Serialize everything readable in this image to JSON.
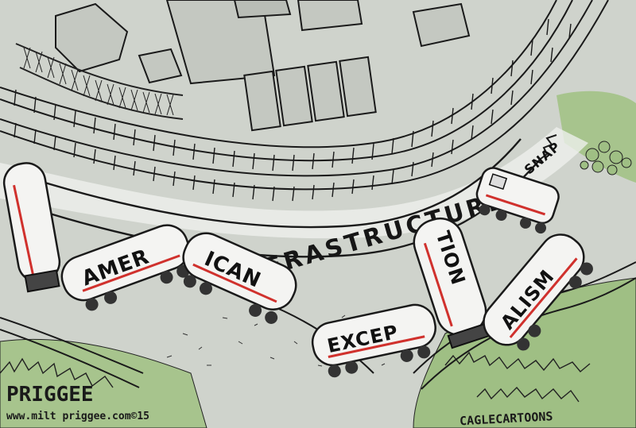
{
  "artwork": {
    "track_label": "INFRASTRUCTURE",
    "sound_effect": "SNAP",
    "cars": [
      {
        "label": "AMER"
      },
      {
        "label": "ICAN"
      },
      {
        "label": "EXCEP"
      },
      {
        "label": "TION"
      },
      {
        "label": "ALISM"
      }
    ],
    "signature": "PRIGGEE",
    "signature_url": "www.milt priggee.com©15",
    "credit": "CAGLECARTOONS",
    "colors": {
      "ground": "#cfd3cc",
      "grass": "#9fbf84",
      "ink": "#1a1a1a",
      "stripe": "#d0312d",
      "car": "#f4f4f2"
    }
  }
}
